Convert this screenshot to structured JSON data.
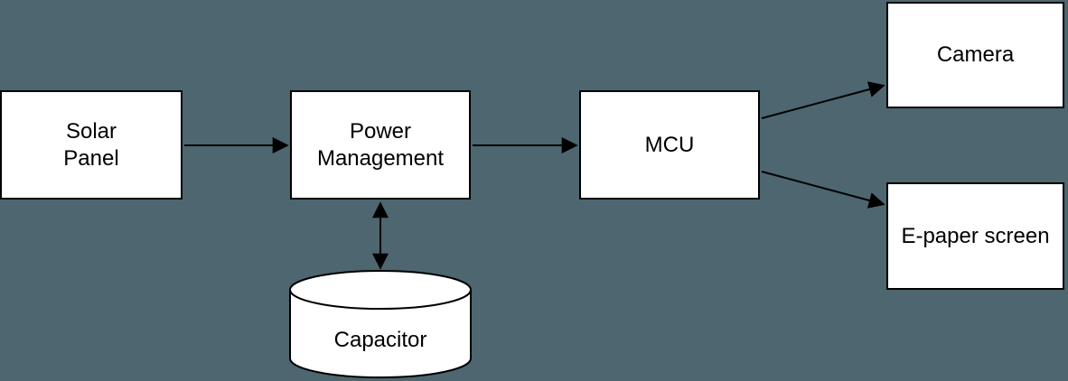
{
  "diagram": {
    "type": "block-diagram",
    "colors": {
      "background": "#4d6670",
      "node_fill": "#ffffff",
      "node_stroke": "#000000",
      "text": "#000000",
      "connector": "#000000"
    },
    "nodes": {
      "solar_panel": {
        "label": "Solar\nPanel",
        "shape": "rectangle"
      },
      "power_management": {
        "label": "Power\nManagement",
        "shape": "rectangle"
      },
      "mcu": {
        "label": "MCU",
        "shape": "rectangle"
      },
      "camera": {
        "label": "Camera",
        "shape": "rectangle"
      },
      "epaper": {
        "label": "E-paper screen",
        "shape": "rectangle"
      },
      "capacitor": {
        "label": "Capacitor",
        "shape": "cylinder"
      }
    },
    "edges": [
      {
        "from": "solar_panel",
        "to": "mcu_power_management",
        "label": "",
        "direction": "forward"
      },
      {
        "from": "power_management",
        "to": "mcu",
        "label": "",
        "direction": "forward"
      },
      {
        "from": "power_management",
        "to": "capacitor",
        "label": "",
        "direction": "bidirectional"
      },
      {
        "from": "mcu",
        "to": "camera",
        "label": "",
        "direction": "forward"
      },
      {
        "from": "mcu",
        "to": "epaper",
        "label": "",
        "direction": "forward"
      }
    ]
  }
}
